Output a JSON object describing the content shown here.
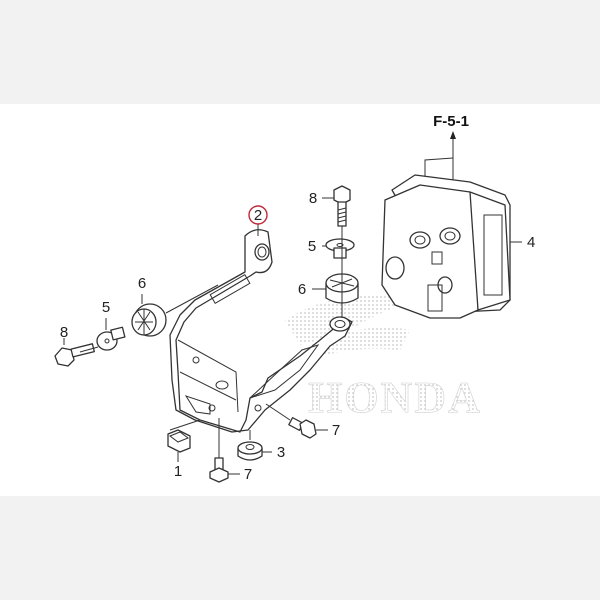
{
  "diagram": {
    "reference_label": "F-5-1",
    "watermark": "HONDA",
    "highlight_color": "#c0283a",
    "line_color": "#333333",
    "background_color": "#ffffff",
    "band_color": "#f2f2f2",
    "callouts": [
      {
        "id": "1",
        "part": "nut-clip"
      },
      {
        "id": "2",
        "part": "bracket",
        "highlighted": true
      },
      {
        "id": "3",
        "part": "rubber-mount-collar"
      },
      {
        "id": "4",
        "part": "abs-modulator-unit"
      },
      {
        "id": "5a",
        "label": "5",
        "part": "collar-left"
      },
      {
        "id": "5b",
        "label": "5",
        "part": "collar-top"
      },
      {
        "id": "6a",
        "label": "6",
        "part": "grommet-left"
      },
      {
        "id": "6b",
        "label": "6",
        "part": "grommet-top"
      },
      {
        "id": "7a",
        "label": "7",
        "part": "bolt-right"
      },
      {
        "id": "7b",
        "label": "7",
        "part": "bolt-bottom"
      },
      {
        "id": "8a",
        "label": "8",
        "part": "bolt-left"
      },
      {
        "id": "8b",
        "label": "8",
        "part": "bolt-top"
      }
    ],
    "labels": {
      "c1": "1",
      "c2": "2",
      "c3": "3",
      "c4": "4",
      "c5a": "5",
      "c5b": "5",
      "c6a": "6",
      "c6b": "6",
      "c7a": "7",
      "c7b": "7",
      "c8a": "8",
      "c8b": "8"
    }
  }
}
